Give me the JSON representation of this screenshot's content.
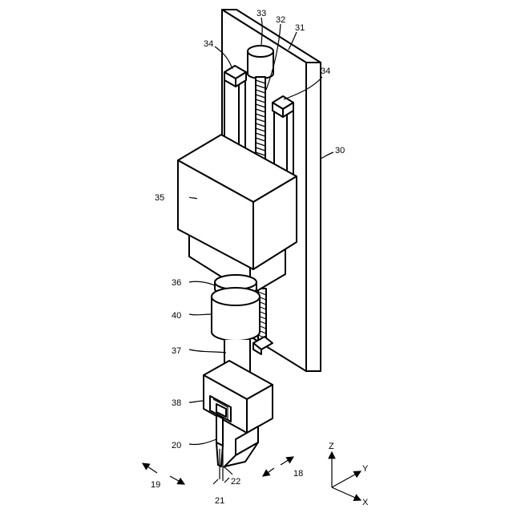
{
  "labels": {
    "l33": "33",
    "l32": "32",
    "l31": "31",
    "l34a": "34",
    "l34b": "34",
    "l30": "30",
    "l35": "35",
    "l36": "36",
    "l40": "40",
    "l37": "37",
    "l38": "38",
    "l20": "20",
    "l19": "19",
    "l18": "18",
    "l22": "22",
    "l21": "21"
  },
  "axes": {
    "z": "Z",
    "y": "Y",
    "x": "X"
  }
}
